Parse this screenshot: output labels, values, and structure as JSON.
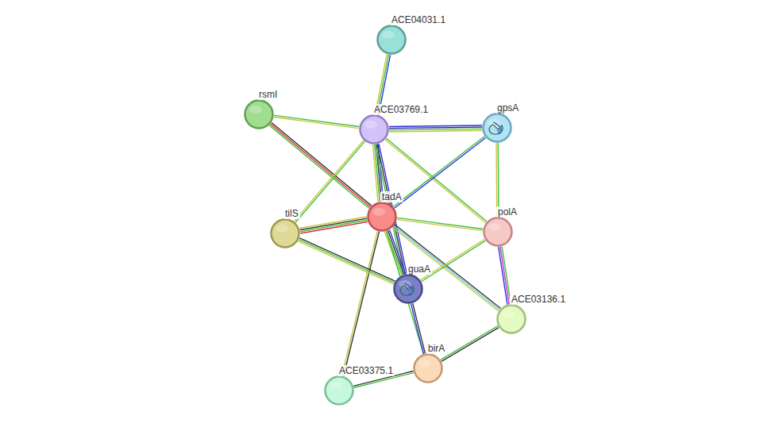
{
  "diagram": {
    "nodes": [
      {
        "text": [
          "ACE04031.1"
        ]
      },
      {
        "text": [
          "rsmI"
        ]
      },
      {
        "text": [
          "ACE03769.1"
        ]
      },
      {
        "text": [
          "gpsA"
        ]
      },
      {
        "text": [
          "tadA"
        ]
      },
      {
        "text": [
          "tilS"
        ]
      },
      {
        "text": [
          "polA"
        ]
      },
      {
        "text": [
          "guaA"
        ]
      },
      {
        "text": [
          "ACE03136.1"
        ]
      },
      {
        "text": [
          "birA"
        ]
      },
      {
        "text": [
          "ACE03375.1"
        ]
      }
    ],
    "edges": [
      {
        "from": 0,
        "to": 2,
        "arrow": "none"
      },
      {
        "from": 1,
        "to": 2,
        "arrow": "none"
      },
      {
        "from": 1,
        "to": 4,
        "arrow": "none"
      },
      {
        "from": 2,
        "to": 3,
        "arrow": "none"
      },
      {
        "from": 2,
        "to": 4,
        "arrow": "none"
      },
      {
        "from": 2,
        "to": 5,
        "arrow": "none"
      },
      {
        "from": 2,
        "to": 6,
        "arrow": "none"
      },
      {
        "from": 2,
        "to": 7,
        "arrow": "none"
      },
      {
        "from": 3,
        "to": 4,
        "arrow": "none"
      },
      {
        "from": 3,
        "to": 6,
        "arrow": "none"
      },
      {
        "from": 4,
        "to": 5,
        "arrow": "none"
      },
      {
        "from": 4,
        "to": 6,
        "arrow": "none"
      },
      {
        "from": 4,
        "to": 7,
        "arrow": "none"
      },
      {
        "from": 4,
        "to": 8,
        "arrow": "none"
      },
      {
        "from": 4,
        "to": 9,
        "arrow": "none"
      },
      {
        "from": 4,
        "to": 10,
        "arrow": "none"
      },
      {
        "from": 5,
        "to": 7,
        "arrow": "none"
      },
      {
        "from": 6,
        "to": 7,
        "arrow": "none"
      },
      {
        "from": 6,
        "to": 8,
        "arrow": "none"
      },
      {
        "from": 7,
        "to": 9,
        "arrow": "none"
      },
      {
        "from": 8,
        "to": 9,
        "arrow": "none"
      },
      {
        "from": 10,
        "to": 9,
        "arrow": "none"
      }
    ]
  }
}
